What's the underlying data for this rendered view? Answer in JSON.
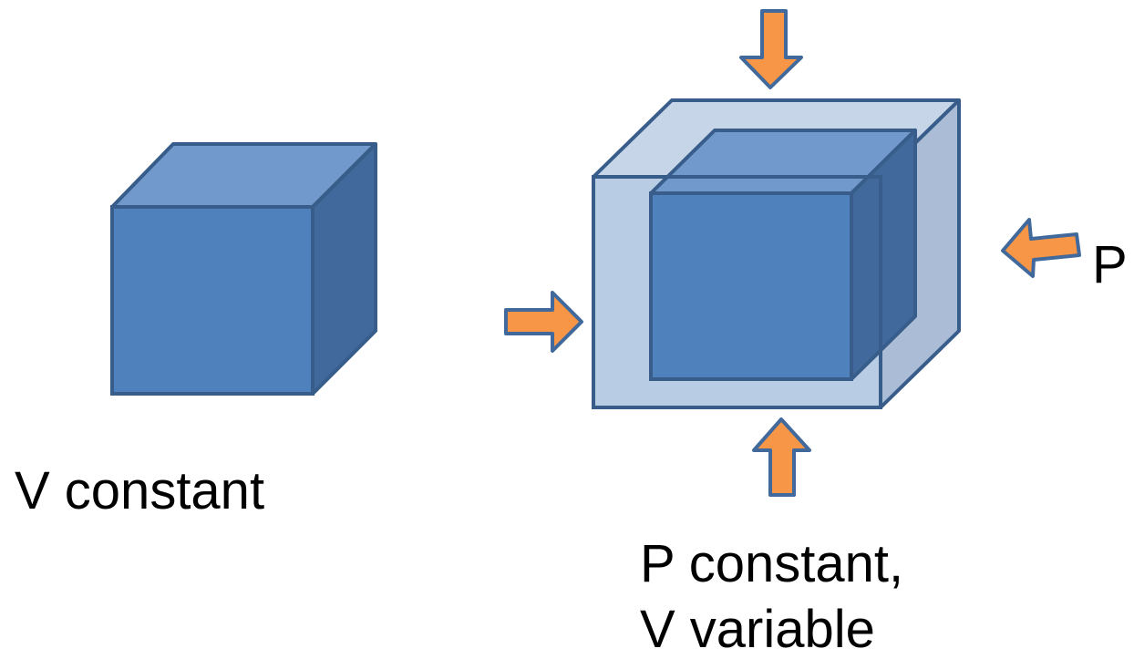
{
  "colors": {
    "cube_front": "#4f81bd",
    "cube_top": "#7199cc",
    "cube_side": "#41699c",
    "cube_stroke": "#385d8a",
    "outer_box_front": "#b8cce4",
    "outer_box_top": "#c6d6e8",
    "outer_box_side": "#aabcd6",
    "arrow_fill": "#f79646",
    "arrow_stroke": "#41699c",
    "text": "#000000"
  },
  "labels": {
    "v_constant": "V constant",
    "pressure": "P",
    "p_constant": "P constant,",
    "v_variable": "V variable"
  },
  "icons": {
    "left_cube": "cube",
    "right_container": "transparent-box",
    "inner_cube": "cube",
    "arrows": "pressure-arrow"
  }
}
